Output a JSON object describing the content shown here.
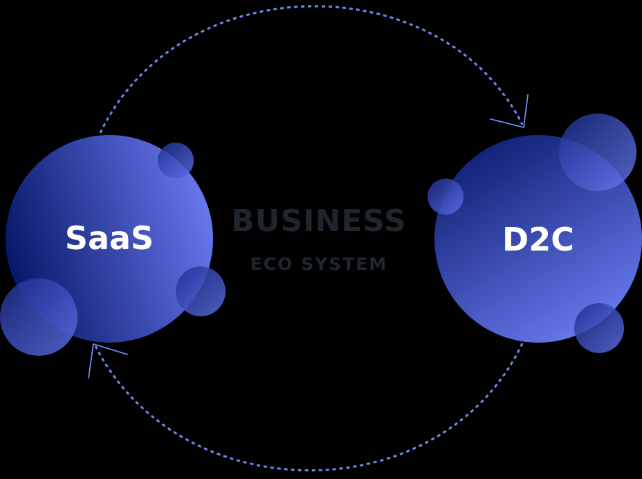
{
  "center": {
    "title": "BUSINESS",
    "subtitle": "ECO SYSTEM"
  },
  "nodes": {
    "left": {
      "label": "SaaS"
    },
    "right": {
      "label": "D2C"
    }
  },
  "colors": {
    "background": "#000000",
    "cycle_line": "#6d8cf0",
    "sphere_dark": "#0b1a6b",
    "sphere_light": "#6b7cf0",
    "center_text": "#1f252d"
  }
}
